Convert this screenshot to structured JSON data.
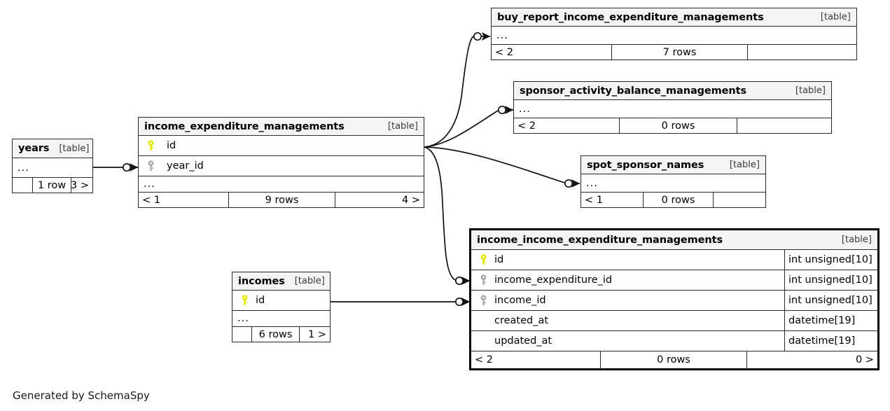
{
  "diagram": {
    "kind": "schemaspy-er-diagram",
    "credit": "Generated by SchemaSpy",
    "table_tag": "[table]",
    "ellipsis": "...",
    "colors": {
      "background": "#ffffff",
      "title_bar": "#f4f4f4",
      "border": "#2a2a2a",
      "emphasis_border": "#000000",
      "primary_key_icon": "#e6e600",
      "foreign_key_icon": "#a8a8a8",
      "text": "#000000"
    }
  },
  "tables": [
    {
      "id": "years",
      "name": "years",
      "tag": "[table]",
      "emphasis": false,
      "columns": [
        {
          "label": "...",
          "type": "",
          "key": "none",
          "ellipsis": true
        }
      ],
      "footer": [
        {
          "text": "",
          "align": "left"
        },
        {
          "text": "1 row",
          "align": "center"
        },
        {
          "text": "3 >",
          "align": "right"
        }
      ]
    },
    {
      "id": "income_expenditure_managements",
      "name": "income_expenditure_managements",
      "tag": "[table]",
      "emphasis": false,
      "columns": [
        {
          "label": "id",
          "type": "",
          "key": "primary",
          "ellipsis": false
        },
        {
          "label": "year_id",
          "type": "",
          "key": "foreign",
          "ellipsis": false
        },
        {
          "label": "...",
          "type": "",
          "key": "none",
          "ellipsis": true
        }
      ],
      "footer": [
        {
          "text": "< 1",
          "align": "left"
        },
        {
          "text": "9 rows",
          "align": "center"
        },
        {
          "text": "4 >",
          "align": "right"
        }
      ]
    },
    {
      "id": "buy_report_income_expenditure_managements",
      "name": "buy_report_income_expenditure_managements",
      "tag": "[table]",
      "emphasis": false,
      "columns": [
        {
          "label": "...",
          "type": "",
          "key": "none",
          "ellipsis": true
        }
      ],
      "footer": [
        {
          "text": "< 2",
          "align": "left"
        },
        {
          "text": "7 rows",
          "align": "center"
        },
        {
          "text": "",
          "align": "right"
        }
      ]
    },
    {
      "id": "sponsor_activity_balance_managements",
      "name": "sponsor_activity_balance_managements",
      "tag": "[table]",
      "emphasis": false,
      "columns": [
        {
          "label": "...",
          "type": "",
          "key": "none",
          "ellipsis": true
        }
      ],
      "footer": [
        {
          "text": "< 2",
          "align": "left"
        },
        {
          "text": "0 rows",
          "align": "center"
        },
        {
          "text": "",
          "align": "right"
        }
      ]
    },
    {
      "id": "spot_sponsor_names",
      "name": "spot_sponsor_names",
      "tag": "[table]",
      "emphasis": false,
      "columns": [
        {
          "label": "...",
          "type": "",
          "key": "none",
          "ellipsis": true
        }
      ],
      "footer": [
        {
          "text": "< 1",
          "align": "left"
        },
        {
          "text": "0 rows",
          "align": "center"
        },
        {
          "text": "",
          "align": "right"
        }
      ]
    },
    {
      "id": "incomes",
      "name": "incomes",
      "tag": "[table]",
      "emphasis": false,
      "columns": [
        {
          "label": "id",
          "type": "",
          "key": "primary",
          "ellipsis": false
        },
        {
          "label": "...",
          "type": "",
          "key": "none",
          "ellipsis": true
        }
      ],
      "footer": [
        {
          "text": "",
          "align": "left"
        },
        {
          "text": "6 rows",
          "align": "center"
        },
        {
          "text": "1 >",
          "align": "right"
        }
      ]
    },
    {
      "id": "income_income_expenditure_managements",
      "name": "income_income_expenditure_managements",
      "tag": "[table]",
      "emphasis": true,
      "columns": [
        {
          "label": "id",
          "type": "int unsigned[10]",
          "key": "primary",
          "ellipsis": false
        },
        {
          "label": "income_expenditure_id",
          "type": "int unsigned[10]",
          "key": "foreign",
          "ellipsis": false
        },
        {
          "label": "income_id",
          "type": "int unsigned[10]",
          "key": "foreign",
          "ellipsis": false
        },
        {
          "label": "created_at",
          "type": "datetime[19]",
          "key": "none",
          "ellipsis": false
        },
        {
          "label": "updated_at",
          "type": "datetime[19]",
          "key": "none",
          "ellipsis": false
        }
      ],
      "footer": [
        {
          "text": "< 2",
          "align": "left"
        },
        {
          "text": "0 rows",
          "align": "center"
        },
        {
          "text": "0 >",
          "align": "right"
        }
      ]
    }
  ],
  "relationships": [
    {
      "from": "years",
      "to": "income_expenditure_managements",
      "to_column": "year_id"
    },
    {
      "from": "income_expenditure_managements",
      "to": "buy_report_income_expenditure_managements",
      "to_column": "..."
    },
    {
      "from": "income_expenditure_managements",
      "to": "sponsor_activity_balance_managements",
      "to_column": "..."
    },
    {
      "from": "income_expenditure_managements",
      "to": "spot_sponsor_names",
      "to_column": "..."
    },
    {
      "from": "income_expenditure_managements",
      "to": "income_income_expenditure_managements",
      "to_column": "income_expenditure_id"
    },
    {
      "from": "incomes",
      "to": "income_income_expenditure_managements",
      "to_column": "income_id"
    }
  ]
}
